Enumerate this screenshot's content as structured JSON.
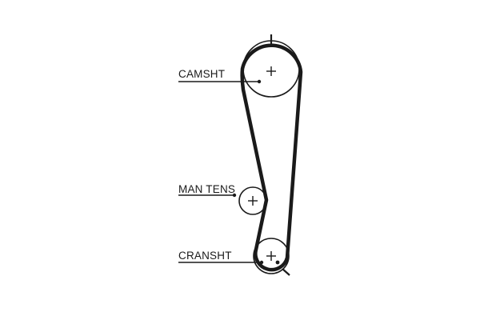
{
  "diagram": {
    "labels": {
      "camshaft": "CAMSHT",
      "manual_tensioner": "MAN TENS",
      "crankshaft": "CRANSHT"
    }
  }
}
